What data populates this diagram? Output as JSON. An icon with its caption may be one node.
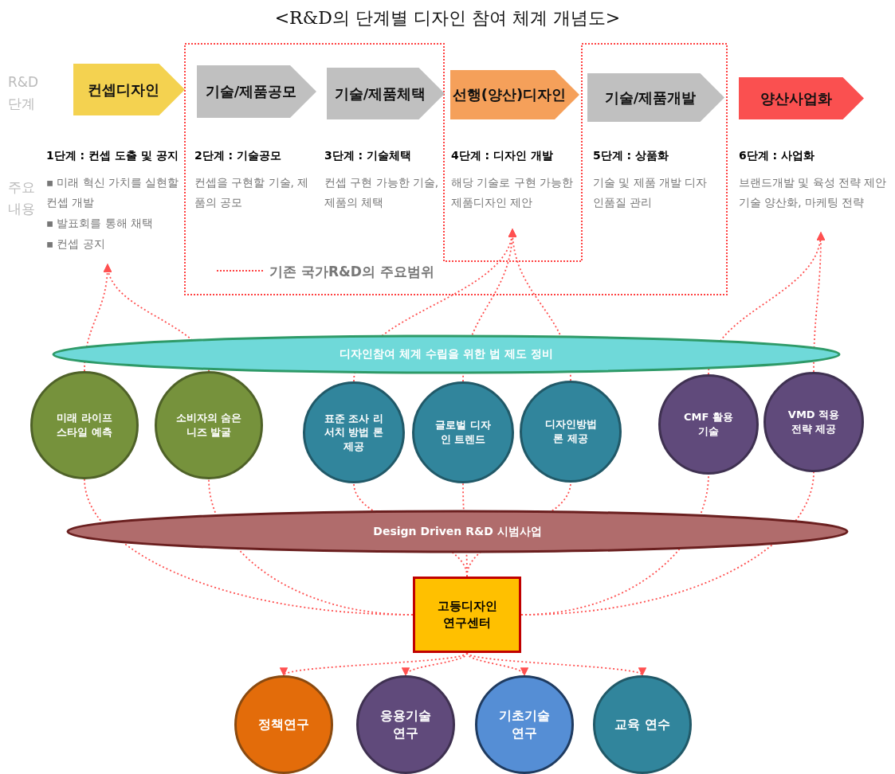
{
  "diagram": {
    "title": "<R&D의 단계별 디자인 참여 체계 개념도>",
    "nodes": [
      {
        "text": [
          "컨셉디자인"
        ]
      },
      {
        "text": [
          "기술/제품공모"
        ]
      },
      {
        "text": [
          "기술/제품체택"
        ]
      },
      {
        "text": [
          "선행(양산)디자인"
        ]
      },
      {
        "text": [
          "기술/제품개발"
        ]
      },
      {
        "text": [
          "양산사업화"
        ]
      },
      {
        "text": [
          "1단계 : 컨셉 도출 및 공지",
          "▪ 미래 혁신 가치를 실현할 컨셉 개발",
          "▪ 발표회를 통해 채택",
          "▪ 컨셉 공지"
        ]
      },
      {
        "text": [
          "2단계 : 기술공모",
          "컨셉을 구현할 기술, 제품의 공모"
        ]
      },
      {
        "text": [
          "3단계 : 기술체택",
          "컨셉 구현 가능한 기술, 제품의 체택"
        ]
      },
      {
        "text": [
          "4단계 : 디자인 개발",
          "해당 기술로 구현 가능한 제품디자인 제안"
        ]
      },
      {
        "text": [
          "5단계 : 상품화",
          "기술 및 제품 개발 디자인품질 관리"
        ]
      },
      {
        "text": [
          "6단계 : 사업화",
          "브랜드개발 및 육성 전략 제안 기술 양산화, 마케팅 전략"
        ]
      },
      {
        "text": [
          "미래 라이프 스타일 예측"
        ]
      },
      {
        "text": [
          "소비자의 숨은 니즈 발굴"
        ]
      },
      {
        "text": [
          "표준 조사 리서치 방법 론 제공"
        ]
      },
      {
        "text": [
          "글로벌 디자 인 트렌드"
        ]
      },
      {
        "text": [
          "디자인방법 론 제공"
        ]
      },
      {
        "text": [
          "CMF 활용 기술"
        ]
      },
      {
        "text": [
          "VMD 적용 전략 제공"
        ]
      },
      {
        "text": [
          "고등디자인 연구센터"
        ]
      },
      {
        "text": [
          "정책연구"
        ]
      },
      {
        "text": [
          "응용기술 연구"
        ]
      },
      {
        "text": [
          "기초기술 연구"
        ]
      },
      {
        "text": [
          "교육 연수"
        ]
      }
    ],
    "edges": [
      {
        "from": 19,
        "to": 12,
        "arrow": "none",
        "style": "dashed"
      },
      {
        "from": 19,
        "to": 13,
        "arrow": "none",
        "style": "dashed"
      },
      {
        "from": 19,
        "to": 14,
        "arrow": "none",
        "style": "dashed"
      },
      {
        "from": 19,
        "to": 15,
        "arrow": "none",
        "style": "dashed"
      },
      {
        "from": 19,
        "to": 16,
        "arrow": "none",
        "style": "dashed"
      },
      {
        "from": 19,
        "to": 17,
        "arrow": "none",
        "style": "dashed"
      },
      {
        "from": 19,
        "to": 18,
        "arrow": "none",
        "style": "dashed"
      },
      {
        "from": 12,
        "to": 6,
        "arrow": "to",
        "style": "dashed"
      },
      {
        "from": 13,
        "to": 6,
        "arrow": "to",
        "style": "dashed"
      },
      {
        "from": 14,
        "to": 9,
        "arrow": "to",
        "style": "dashed"
      },
      {
        "from": 15,
        "to": 9,
        "arrow": "to",
        "style": "dashed"
      },
      {
        "from": 16,
        "to": 9,
        "arrow": "to",
        "style": "dashed"
      },
      {
        "from": 17,
        "to": 11,
        "arrow": "to",
        "style": "dashed"
      },
      {
        "from": 18,
        "to": 11,
        "arrow": "to",
        "style": "dashed"
      },
      {
        "from": 19,
        "to": 20,
        "arrow": "to",
        "style": "dashed"
      },
      {
        "from": 19,
        "to": 21,
        "arrow": "to",
        "style": "dashed"
      },
      {
        "from": 19,
        "to": 22,
        "arrow": "to",
        "style": "dashed"
      },
      {
        "from": 19,
        "to": 23,
        "arrow": "to",
        "style": "dashed"
      }
    ],
    "labels": [
      "R&D 단계",
      "주요 내용",
      "디자인참여 체계 수립을 위한 법 제도 정비",
      "Design Driven R&D 시범사업"
    ],
    "legend": [
      {
        "text": "기존 국가R&D의 주요범위"
      }
    ]
  }
}
